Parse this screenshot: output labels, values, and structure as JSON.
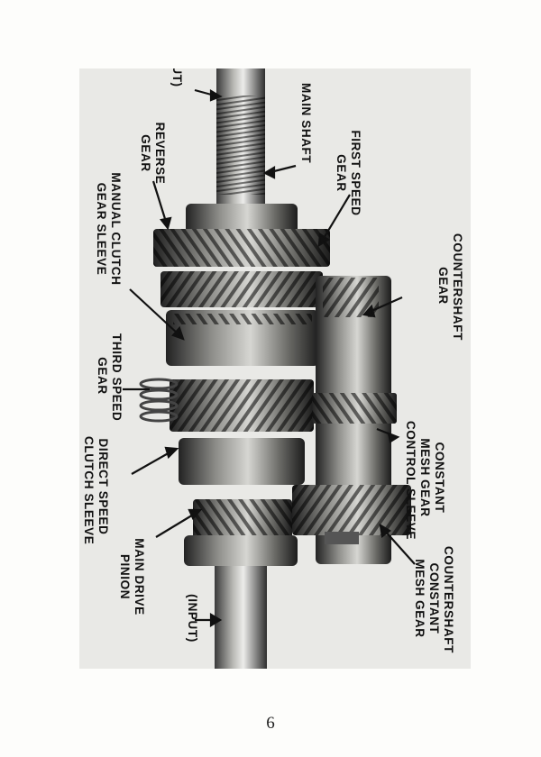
{
  "figure": {
    "labels": {
      "output": "(OUTPUT)",
      "main_shaft": "MAIN SHAFT",
      "reverse_gear": "REVERSE\nGEAR",
      "first_speed_gear": "FIRST SPEED\nGEAR",
      "manual_clutch_gear_sleeve": "MANUAL CLUTCH\nGEAR SLEEVE",
      "countershaft_gear": "COUNTERSHAFT\nGEAR",
      "third_speed_gear": "THIRD SPEED\nGEAR",
      "constant_mesh_gear_control_sleeve": "CONSTANT\nMESH GEAR\nCONTROL SLEEVE",
      "direct_speed_clutch_sleeve": "DIRECT SPEED\nCLUTCH SLEEVE",
      "main_drive_pinion": "MAIN DRIVE\nPINION",
      "countershaft_constant_mesh_gear": "COUNTERSHAFT\nCONSTANT\nMESH GEAR",
      "input": "(INPUT)"
    }
  },
  "page_number": "6"
}
